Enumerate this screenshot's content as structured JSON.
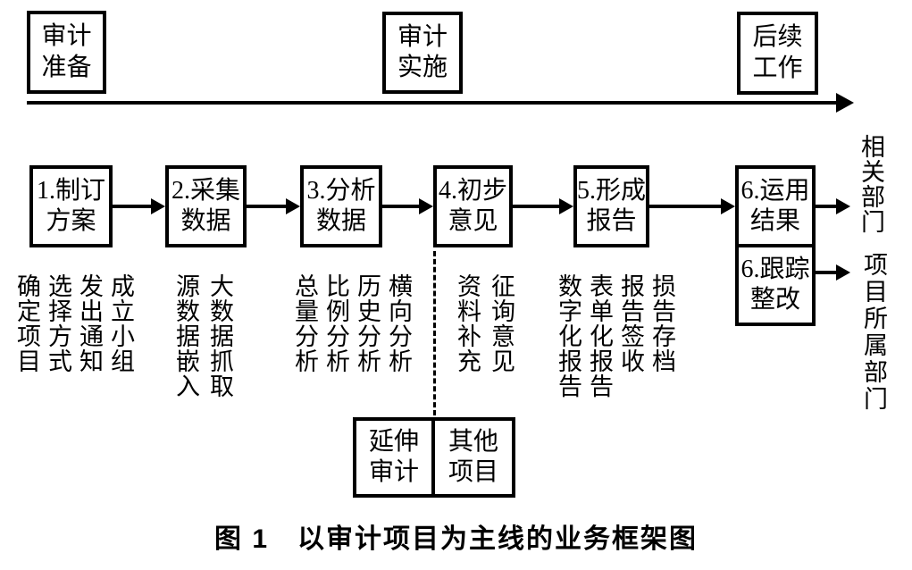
{
  "diagram": {
    "title_caption": "图 1　以审计项目为主线的业务框架图",
    "phases": [
      {
        "id": "audit-preparation",
        "line1": "审计",
        "line2": "准备"
      },
      {
        "id": "audit-implementation",
        "line1": "审计",
        "line2": "实施"
      },
      {
        "id": "follow-up-work",
        "line1": "后续",
        "line2": "工作"
      }
    ],
    "steps": [
      {
        "id": "step-1",
        "line1": "1.制订",
        "line2": "方案",
        "details": [
          "确定项目",
          "选择方式",
          "发出通知",
          "成立小组"
        ]
      },
      {
        "id": "step-2",
        "line1": "2.采集",
        "line2": "数据",
        "details": [
          "源数据嵌入",
          "大数据抓取"
        ]
      },
      {
        "id": "step-3",
        "line1": "3.分析",
        "line2": "数据",
        "details": [
          "总量分析",
          "比例分析",
          "历史分析",
          "横向分析"
        ]
      },
      {
        "id": "step-4",
        "line1": "4.初步",
        "line2": "意见",
        "details": [
          "资料补充",
          "征询意见"
        ]
      },
      {
        "id": "step-5",
        "line1": "5.形成",
        "line2": "报告",
        "details": [
          "数字化报告",
          "表单化报告",
          "报告签收",
          "损告存档"
        ]
      },
      {
        "id": "step-6",
        "line1": "6.运用",
        "line2": "结果",
        "details": []
      }
    ],
    "track_step": {
      "id": "step-6b",
      "line1": "6.跟踪",
      "line2": "整改"
    },
    "branch_boxes": [
      {
        "id": "extended-audit",
        "line1": "延伸",
        "line2": "审计"
      },
      {
        "id": "other-projects",
        "line1": "其他",
        "line2": "项目"
      }
    ],
    "outputs": [
      {
        "id": "related-departments",
        "label": "相关部门"
      },
      {
        "id": "project-owning-departments",
        "label": "项目所属部门"
      }
    ]
  },
  "colors": {
    "line": "#000000",
    "background": "#ffffff"
  }
}
